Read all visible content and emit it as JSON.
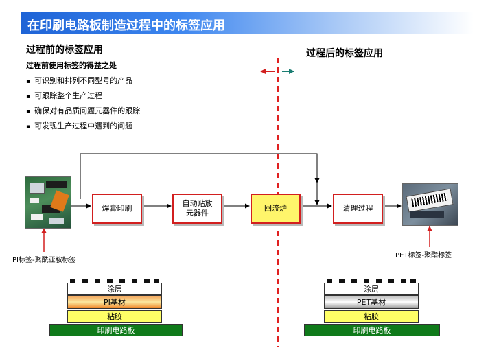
{
  "title": "在印刷电路板制造过程中的标签应用",
  "before": {
    "heading": "过程前的标签应用",
    "subheading": "过程前使用标签的得益之处",
    "bullets": [
      "可识别和排列不同型号的产品",
      "可跟踪整个生产过程",
      "确保对有品质问题元器件的跟踪",
      "可发现生产过程中遇到的问题"
    ]
  },
  "after": {
    "heading": "过程后的标签应用"
  },
  "process": {
    "steps": [
      "焊膏印刷",
      "自动贴放\n元器件",
      "回流炉",
      "清理过程"
    ]
  },
  "captions": {
    "left_label": "PI标签-聚酰亚胺标签",
    "right_label": "PET标签-聚酯标签"
  },
  "stack_left": {
    "layers": [
      "涂层",
      "PI基材",
      "粘胶"
    ],
    "base": "印刷电路板"
  },
  "stack_right": {
    "layers": [
      "涂层",
      "PET基材",
      "粘胶"
    ],
    "base": "印刷电路板"
  },
  "colors": {
    "arrow_red": "#d21f1f",
    "arrow_green": "#1a7d72",
    "highlight": "#fff56b",
    "pcb_green": "#0f7a1a"
  }
}
